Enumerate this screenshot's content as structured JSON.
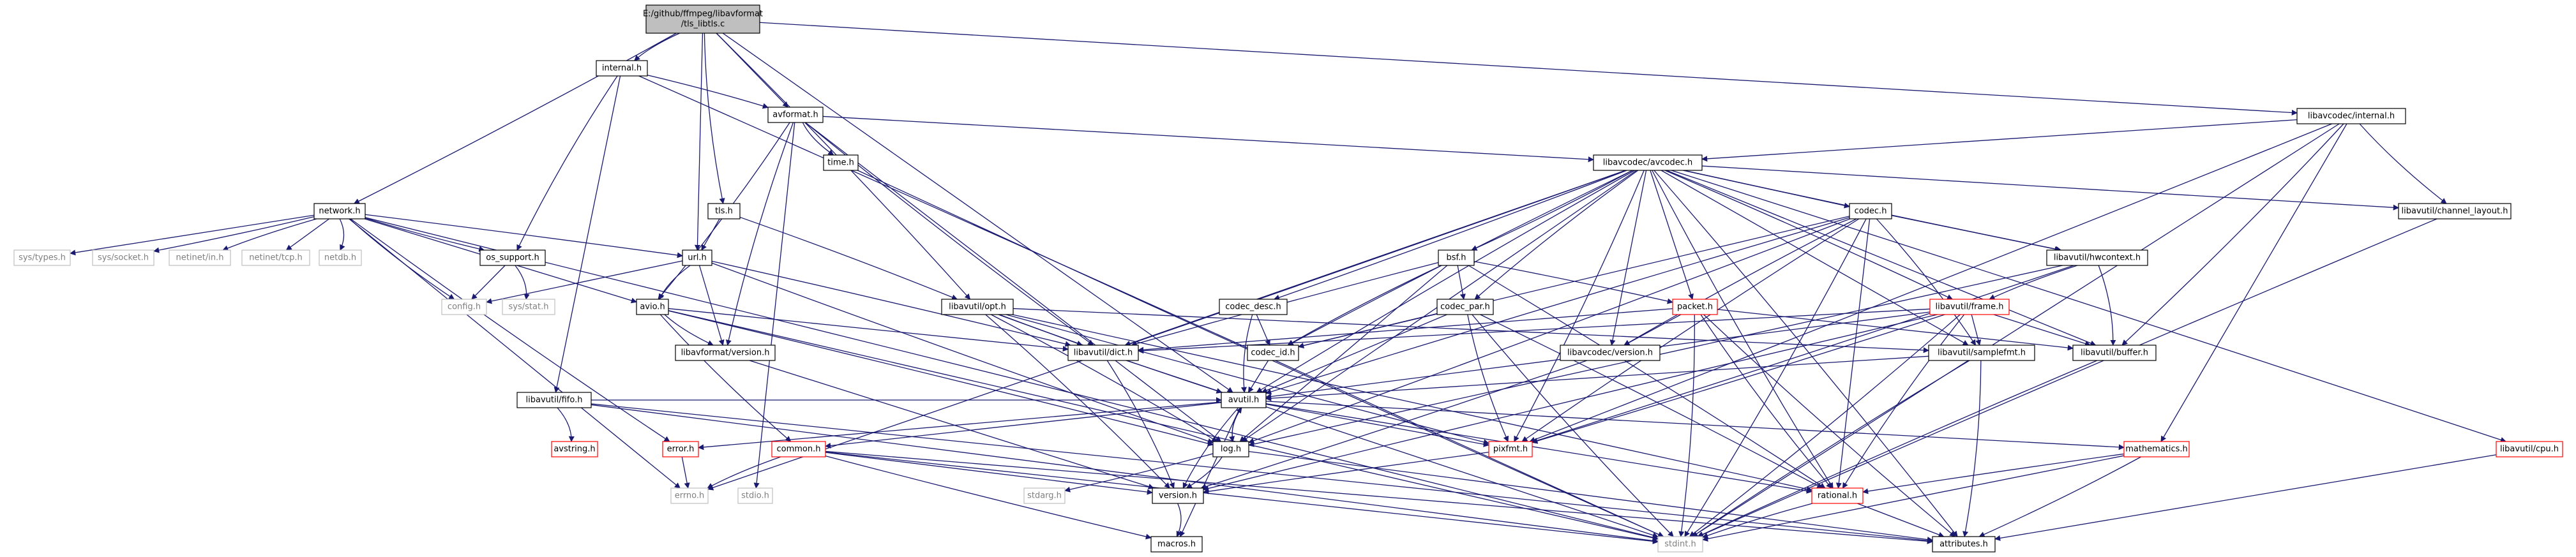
{
  "colors": {
    "root_fill": "#bfbfbf",
    "normal_fill": "#ffffff",
    "normal_stroke": "#000000",
    "link_stroke": "#ff0000",
    "system_fill": "#ffffff",
    "system_stroke": "#bfbfbf",
    "system_text": "#7f7f7f",
    "edge": "#191970",
    "edge_dark": "#404040",
    "text": "#000000"
  },
  "nodes": [
    {
      "id": "root",
      "lines": [
        "E:/github/ffmpeg/libavformat",
        "/tls_libtls.c"
      ],
      "style": "root"
    },
    {
      "id": "internal_h",
      "lines": [
        "internal.h"
      ],
      "style": "normal"
    },
    {
      "id": "avformat_h",
      "lines": [
        "avformat.h"
      ],
      "style": "normal"
    },
    {
      "id": "network_h",
      "lines": [
        "network.h"
      ],
      "style": "normal"
    },
    {
      "id": "tls_h",
      "lines": [
        "tls.h"
      ],
      "style": "normal"
    },
    {
      "id": "time_h",
      "lines": [
        "time.h"
      ],
      "style": "normal"
    },
    {
      "id": "lavc_internal_h",
      "lines": [
        "libavcodec/internal.h"
      ],
      "style": "normal"
    },
    {
      "id": "avcodec_h",
      "lines": [
        "libavcodec/avcodec.h"
      ],
      "style": "normal"
    },
    {
      "id": "channel_layout_h",
      "lines": [
        "libavutil/channel_layout.h"
      ],
      "style": "normal"
    },
    {
      "id": "sys_types_h",
      "lines": [
        "sys/types.h"
      ],
      "style": "system"
    },
    {
      "id": "sys_socket_h",
      "lines": [
        "sys/socket.h"
      ],
      "style": "system"
    },
    {
      "id": "netinet_in_h",
      "lines": [
        "netinet/in.h"
      ],
      "style": "system"
    },
    {
      "id": "netinet_tcp_h",
      "lines": [
        "netinet/tcp.h"
      ],
      "style": "system"
    },
    {
      "id": "netdb_h",
      "lines": [
        "netdb.h"
      ],
      "style": "system"
    },
    {
      "id": "os_support_h",
      "lines": [
        "os_support.h"
      ],
      "style": "normal"
    },
    {
      "id": "url_h",
      "lines": [
        "url.h"
      ],
      "style": "normal"
    },
    {
      "id": "config_h",
      "lines": [
        "config.h"
      ],
      "style": "system"
    },
    {
      "id": "sys_stat_h",
      "lines": [
        "sys/stat.h"
      ],
      "style": "system"
    },
    {
      "id": "avio_h",
      "lines": [
        "avio.h"
      ],
      "style": "normal"
    },
    {
      "id": "lavf_version_h",
      "lines": [
        "libavformat/version.h"
      ],
      "style": "normal"
    },
    {
      "id": "opt_h",
      "lines": [
        "libavutil/opt.h"
      ],
      "style": "normal"
    },
    {
      "id": "bsf_h",
      "lines": [
        "bsf.h"
      ],
      "style": "normal"
    },
    {
      "id": "codec_desc_h",
      "lines": [
        "codec_desc.h"
      ],
      "style": "normal"
    },
    {
      "id": "codec_h",
      "lines": [
        "codec.h"
      ],
      "style": "normal"
    },
    {
      "id": "hwcontext_h",
      "lines": [
        "libavutil/hwcontext.h"
      ],
      "style": "normal"
    },
    {
      "id": "codec_par_h",
      "lines": [
        "codec_par.h"
      ],
      "style": "normal"
    },
    {
      "id": "packet_h",
      "lines": [
        "packet.h"
      ],
      "style": "link"
    },
    {
      "id": "frame_h",
      "lines": [
        "libavutil/frame.h"
      ],
      "style": "link"
    },
    {
      "id": "codec_id_h",
      "lines": [
        "codec_id.h"
      ],
      "style": "normal"
    },
    {
      "id": "lavc_version_h",
      "lines": [
        "libavcodec/version.h"
      ],
      "style": "normal"
    },
    {
      "id": "samplefmt_h",
      "lines": [
        "libavutil/samplefmt.h"
      ],
      "style": "normal"
    },
    {
      "id": "buffer_h",
      "lines": [
        "libavutil/buffer.h"
      ],
      "style": "normal"
    },
    {
      "id": "dict_h",
      "lines": [
        "libavutil/dict.h"
      ],
      "style": "normal"
    },
    {
      "id": "avutil_h",
      "lines": [
        "avutil.h"
      ],
      "style": "normal"
    },
    {
      "id": "fifo_h",
      "lines": [
        "libavutil/fifo.h"
      ],
      "style": "normal"
    },
    {
      "id": "avstring_h",
      "lines": [
        "avstring.h"
      ],
      "style": "link"
    },
    {
      "id": "error_h",
      "lines": [
        "error.h"
      ],
      "style": "link"
    },
    {
      "id": "common_h",
      "lines": [
        "common.h"
      ],
      "style": "link"
    },
    {
      "id": "log_h",
      "lines": [
        "log.h"
      ],
      "style": "normal"
    },
    {
      "id": "pixfmt_h",
      "lines": [
        "pixfmt.h"
      ],
      "style": "link"
    },
    {
      "id": "mathematics_h",
      "lines": [
        "mathematics.h"
      ],
      "style": "link"
    },
    {
      "id": "cpu_h",
      "lines": [
        "libavutil/cpu.h"
      ],
      "style": "link"
    },
    {
      "id": "errno_h",
      "lines": [
        "errno.h"
      ],
      "style": "system"
    },
    {
      "id": "stdio_h",
      "lines": [
        "stdio.h"
      ],
      "style": "system"
    },
    {
      "id": "stdarg_h",
      "lines": [
        "stdarg.h"
      ],
      "style": "system"
    },
    {
      "id": "version_h",
      "lines": [
        "version.h"
      ],
      "style": "normal"
    },
    {
      "id": "rational_h",
      "lines": [
        "rational.h"
      ],
      "style": "link"
    },
    {
      "id": "macros_h",
      "lines": [
        "macros.h"
      ],
      "style": "normal"
    },
    {
      "id": "stdint_h",
      "lines": [
        "stdint.h"
      ],
      "style": "system"
    },
    {
      "id": "attributes_h",
      "lines": [
        "attributes.h"
      ],
      "style": "normal"
    }
  ],
  "edges": [
    [
      "root",
      "internal_h"
    ],
    [
      "root",
      "avformat_h"
    ],
    [
      "root",
      "network_h"
    ],
    [
      "root",
      "tls_h"
    ],
    [
      "root",
      "url_h"
    ],
    [
      "root",
      "opt_h"
    ],
    [
      "root",
      "lavc_internal_h"
    ],
    [
      "root",
      "avutil_h"
    ],
    [
      "internal_h",
      "avformat_h"
    ],
    [
      "internal_h",
      "os_support_h"
    ],
    [
      "internal_h",
      "fifo_h"
    ],
    [
      "internal_h",
      "stdint_h"
    ],
    [
      "avformat_h",
      "time_h"
    ],
    [
      "avformat_h",
      "stdio_h"
    ],
    [
      "avformat_h",
      "avcodec_h"
    ],
    [
      "avformat_h",
      "dict_h"
    ],
    [
      "avformat_h",
      "log_h"
    ],
    [
      "avformat_h",
      "avio_h"
    ],
    [
      "avformat_h",
      "lavf_version_h"
    ],
    [
      "network_h",
      "errno_h"
    ],
    [
      "network_h",
      "stdint_h"
    ],
    [
      "network_h",
      "config_h"
    ],
    [
      "network_h",
      "sys_types_h"
    ],
    [
      "network_h",
      "sys_socket_h"
    ],
    [
      "network_h",
      "netinet_in_h"
    ],
    [
      "network_h",
      "netinet_tcp_h"
    ],
    [
      "network_h",
      "netdb_h"
    ],
    [
      "network_h",
      "os_support_h"
    ],
    [
      "network_h",
      "avio_h"
    ],
    [
      "network_h",
      "url_h"
    ],
    [
      "network_h",
      "error_h"
    ],
    [
      "tls_h",
      "url_h"
    ],
    [
      "tls_h",
      "opt_h"
    ],
    [
      "time_h",
      "stdint_h"
    ],
    [
      "lavc_internal_h",
      "stdint_h"
    ],
    [
      "lavc_internal_h",
      "buffer_h"
    ],
    [
      "lavc_internal_h",
      "channel_layout_h"
    ],
    [
      "lavc_internal_h",
      "mathematics_h"
    ],
    [
      "lavc_internal_h",
      "pixfmt_h"
    ],
    [
      "lavc_internal_h",
      "avcodec_h"
    ],
    [
      "avcodec_h",
      "samplefmt_h"
    ],
    [
      "avcodec_h",
      "attributes_h"
    ],
    [
      "avcodec_h",
      "avutil_h"
    ],
    [
      "avcodec_h",
      "buffer_h"
    ],
    [
      "avcodec_h",
      "cpu_h"
    ],
    [
      "avcodec_h",
      "channel_layout_h"
    ],
    [
      "avcodec_h",
      "dict_h"
    ],
    [
      "avcodec_h",
      "frame_h"
    ],
    [
      "avcodec_h",
      "hwcontext_h"
    ],
    [
      "avcodec_h",
      "log_h"
    ],
    [
      "avcodec_h",
      "pixfmt_h"
    ],
    [
      "avcodec_h",
      "rational_h"
    ],
    [
      "avcodec_h",
      "codec_h"
    ],
    [
      "avcodec_h",
      "codec_desc_h"
    ],
    [
      "avcodec_h",
      "codec_id_h"
    ],
    [
      "avcodec_h",
      "packet_h"
    ],
    [
      "avcodec_h",
      "bsf_h"
    ],
    [
      "avcodec_h",
      "codec_par_h"
    ],
    [
      "avcodec_h",
      "lavc_version_h"
    ],
    [
      "avcodec_h",
      "errno_h"
    ],
    [
      "channel_layout_h",
      "stdint_h"
    ],
    [
      "os_support_h",
      "config_h"
    ],
    [
      "os_support_h",
      "sys_stat_h"
    ],
    [
      "url_h",
      "avio_h"
    ],
    [
      "url_h",
      "lavf_version_h"
    ],
    [
      "url_h",
      "dict_h"
    ],
    [
      "url_h",
      "log_h"
    ],
    [
      "url_h",
      "config_h"
    ],
    [
      "avio_h",
      "stdint_h"
    ],
    [
      "avio_h",
      "common_h"
    ],
    [
      "avio_h",
      "dict_h"
    ],
    [
      "avio_h",
      "log_h"
    ],
    [
      "avio_h",
      "lavf_version_h"
    ],
    [
      "lavf_version_h",
      "version_h"
    ],
    [
      "opt_h",
      "rational_h"
    ],
    [
      "opt_h",
      "avutil_h"
    ],
    [
      "opt_h",
      "dict_h"
    ],
    [
      "opt_h",
      "log_h"
    ],
    [
      "opt_h",
      "pixfmt_h"
    ],
    [
      "opt_h",
      "samplefmt_h"
    ],
    [
      "opt_h",
      "version_h"
    ],
    [
      "bsf_h",
      "dict_h"
    ],
    [
      "bsf_h",
      "log_h"
    ],
    [
      "bsf_h",
      "rational_h"
    ],
    [
      "bsf_h",
      "codec_id_h"
    ],
    [
      "bsf_h",
      "codec_par_h"
    ],
    [
      "bsf_h",
      "packet_h"
    ],
    [
      "codec_desc_h",
      "avutil_h"
    ],
    [
      "codec_desc_h",
      "codec_id_h"
    ],
    [
      "codec_h",
      "stdint_h"
    ],
    [
      "codec_h",
      "avutil_h"
    ],
    [
      "codec_h",
      "hwcontext_h"
    ],
    [
      "codec_h",
      "log_h"
    ],
    [
      "codec_h",
      "pixfmt_h"
    ],
    [
      "codec_h",
      "rational_h"
    ],
    [
      "codec_h",
      "samplefmt_h"
    ],
    [
      "codec_h",
      "lavc_version_h"
    ],
    [
      "codec_h",
      "codec_id_h"
    ],
    [
      "hwcontext_h",
      "buffer_h"
    ],
    [
      "hwcontext_h",
      "frame_h"
    ],
    [
      "hwcontext_h",
      "log_h"
    ],
    [
      "hwcontext_h",
      "pixfmt_h"
    ],
    [
      "codec_par_h",
      "stdint_h"
    ],
    [
      "codec_par_h",
      "avutil_h"
    ],
    [
      "codec_par_h",
      "rational_h"
    ],
    [
      "codec_par_h",
      "pixfmt_h"
    ],
    [
      "codec_par_h",
      "codec_id_h"
    ],
    [
      "packet_h",
      "stdint_h"
    ],
    [
      "packet_h",
      "attributes_h"
    ],
    [
      "packet_h",
      "buffer_h"
    ],
    [
      "packet_h",
      "dict_h"
    ],
    [
      "packet_h",
      "rational_h"
    ],
    [
      "packet_h",
      "lavc_version_h"
    ],
    [
      "frame_h",
      "stdint_h"
    ],
    [
      "frame_h",
      "avutil_h"
    ],
    [
      "frame_h",
      "buffer_h"
    ],
    [
      "frame_h",
      "dict_h"
    ],
    [
      "frame_h",
      "rational_h"
    ],
    [
      "frame_h",
      "samplefmt_h"
    ],
    [
      "frame_h",
      "pixfmt_h"
    ],
    [
      "frame_h",
      "version_h"
    ],
    [
      "codec_id_h",
      "avutil_h"
    ],
    [
      "lavc_version_h",
      "version_h"
    ],
    [
      "samplefmt_h",
      "stdint_h"
    ],
    [
      "samplefmt_h",
      "avutil_h"
    ],
    [
      "samplefmt_h",
      "attributes_h"
    ],
    [
      "buffer_h",
      "stdint_h"
    ],
    [
      "dict_h",
      "stdint_h"
    ],
    [
      "dict_h",
      "version_h"
    ],
    [
      "avutil_h",
      "common_h"
    ],
    [
      "avutil_h",
      "error_h"
    ],
    [
      "avutil_h",
      "rational_h"
    ],
    [
      "avutil_h",
      "version_h"
    ],
    [
      "avutil_h",
      "macros_h"
    ],
    [
      "avutil_h",
      "mathematics_h"
    ],
    [
      "avutil_h",
      "log_h"
    ],
    [
      "avutil_h",
      "pixfmt_h"
    ],
    [
      "fifo_h",
      "stdint_h"
    ],
    [
      "fifo_h",
      "avutil_h"
    ],
    [
      "fifo_h",
      "attributes_h"
    ],
    [
      "fifo_h",
      "avstring_h"
    ],
    [
      "avstring_h",
      "stddef_placeholder"
    ],
    [
      "error_h",
      "errno_h"
    ],
    [
      "error_h",
      "stddef_placeholder"
    ],
    [
      "common_h",
      "errno_h"
    ],
    [
      "common_h",
      "stdint_h"
    ],
    [
      "common_h",
      "attributes_h"
    ],
    [
      "common_h",
      "macros_h"
    ],
    [
      "common_h",
      "version_h"
    ],
    [
      "log_h",
      "stdarg_h"
    ],
    [
      "log_h",
      "avutil_h"
    ],
    [
      "log_h",
      "attributes_h"
    ],
    [
      "log_h",
      "version_h"
    ],
    [
      "pixfmt_h",
      "version_h"
    ],
    [
      "mathematics_h",
      "stdint_h"
    ],
    [
      "mathematics_h",
      "attributes_h"
    ],
    [
      "mathematics_h",
      "rational_h"
    ],
    [
      "cpu_h",
      "attributes_h"
    ],
    [
      "version_h",
      "macros_h"
    ],
    [
      "rational_h",
      "stdint_h"
    ],
    [
      "rational_h",
      "attributes_h"
    ]
  ]
}
